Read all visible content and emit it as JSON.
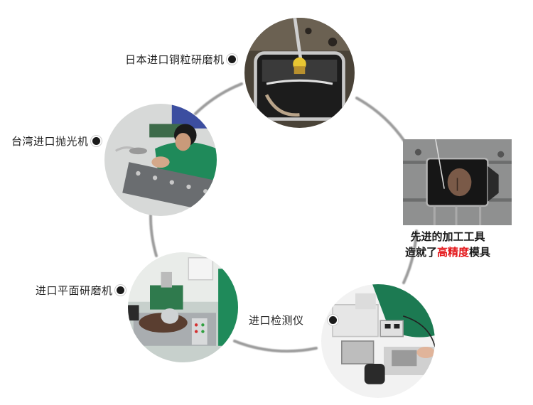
{
  "labels": {
    "copper_grinder": "日本进口铜粒研磨机",
    "polisher": "台湾进口抛光机",
    "surface_grinder": "进口平面研磨机",
    "inspection": "进口检测仪"
  },
  "slogan": {
    "line1": "先进的加工工具",
    "line2_prefix": "造就了",
    "line2_highlight": "高精度",
    "line2_suffix": "模具"
  },
  "colors": {
    "highlight": "#e4161a",
    "text": "#222222",
    "ring": "#8a8a8a"
  },
  "icons": {
    "marker": "filled-circle-dot"
  }
}
